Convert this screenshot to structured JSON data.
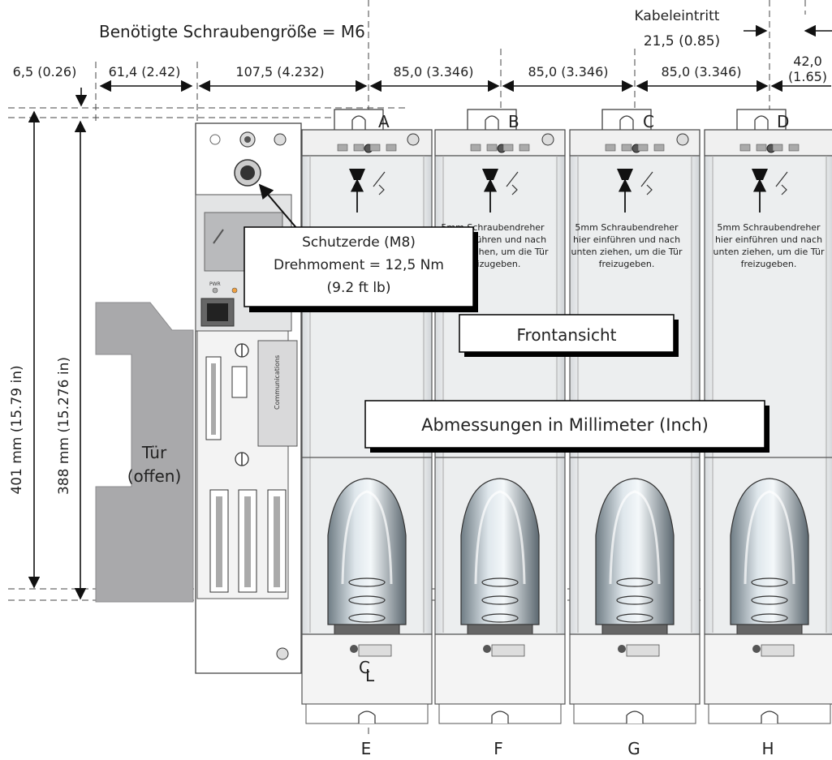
{
  "header": {
    "screw_size": "Benötigte Schraubengröße = M6",
    "cable_entry": "Kabeleintritt",
    "cable_entry_value": "21,5 (0.85)"
  },
  "dims": {
    "d1": "6,5 (0.26)",
    "d2": "61,4 (2.42)",
    "d3": "107,5 (4.232)",
    "d4": "85,0 (3.346)",
    "d5": "85,0 (3.346)",
    "d6": "85,0 (3.346)",
    "d7_a": "42,0",
    "d7_b": "(1.65)",
    "height_outer": "401 mm (15.79 in)",
    "height_inner": "388 mm (15.276 in)"
  },
  "callouts": {
    "earth_line1": "Schutzerde (M8)",
    "earth_line2": "Drehmoment = 12,5 Nm",
    "earth_line3": "(9.2 ft lb)",
    "front_view": "Frontansicht",
    "units": "Abmessungen in Millimeter (Inch)"
  },
  "door": {
    "line1": "Tür",
    "line2": "(offen)"
  },
  "module_labels": {
    "top": [
      "A",
      "B",
      "C",
      "D"
    ],
    "bottom": [
      "E",
      "F",
      "G",
      "H"
    ],
    "centerline": "C",
    "centerline_sub": "L"
  },
  "module_text": {
    "col1": [
      "5mm Schraubendreher",
      "hier einführen und nach",
      "unten ziehen, um die Tür",
      "freizugeben."
    ],
    "col2": [
      "5mm Schraubendreher",
      "hier einführen und nach",
      "unten ziehen, um die Tür",
      "freizugeben."
    ],
    "col3": [
      "5mm Schraubendreher",
      "hier einführen und nach",
      "unten ziehen, um die Tür",
      "freizugeben."
    ]
  },
  "panel": {
    "comms": "Communications",
    "pwr": "PWR"
  }
}
